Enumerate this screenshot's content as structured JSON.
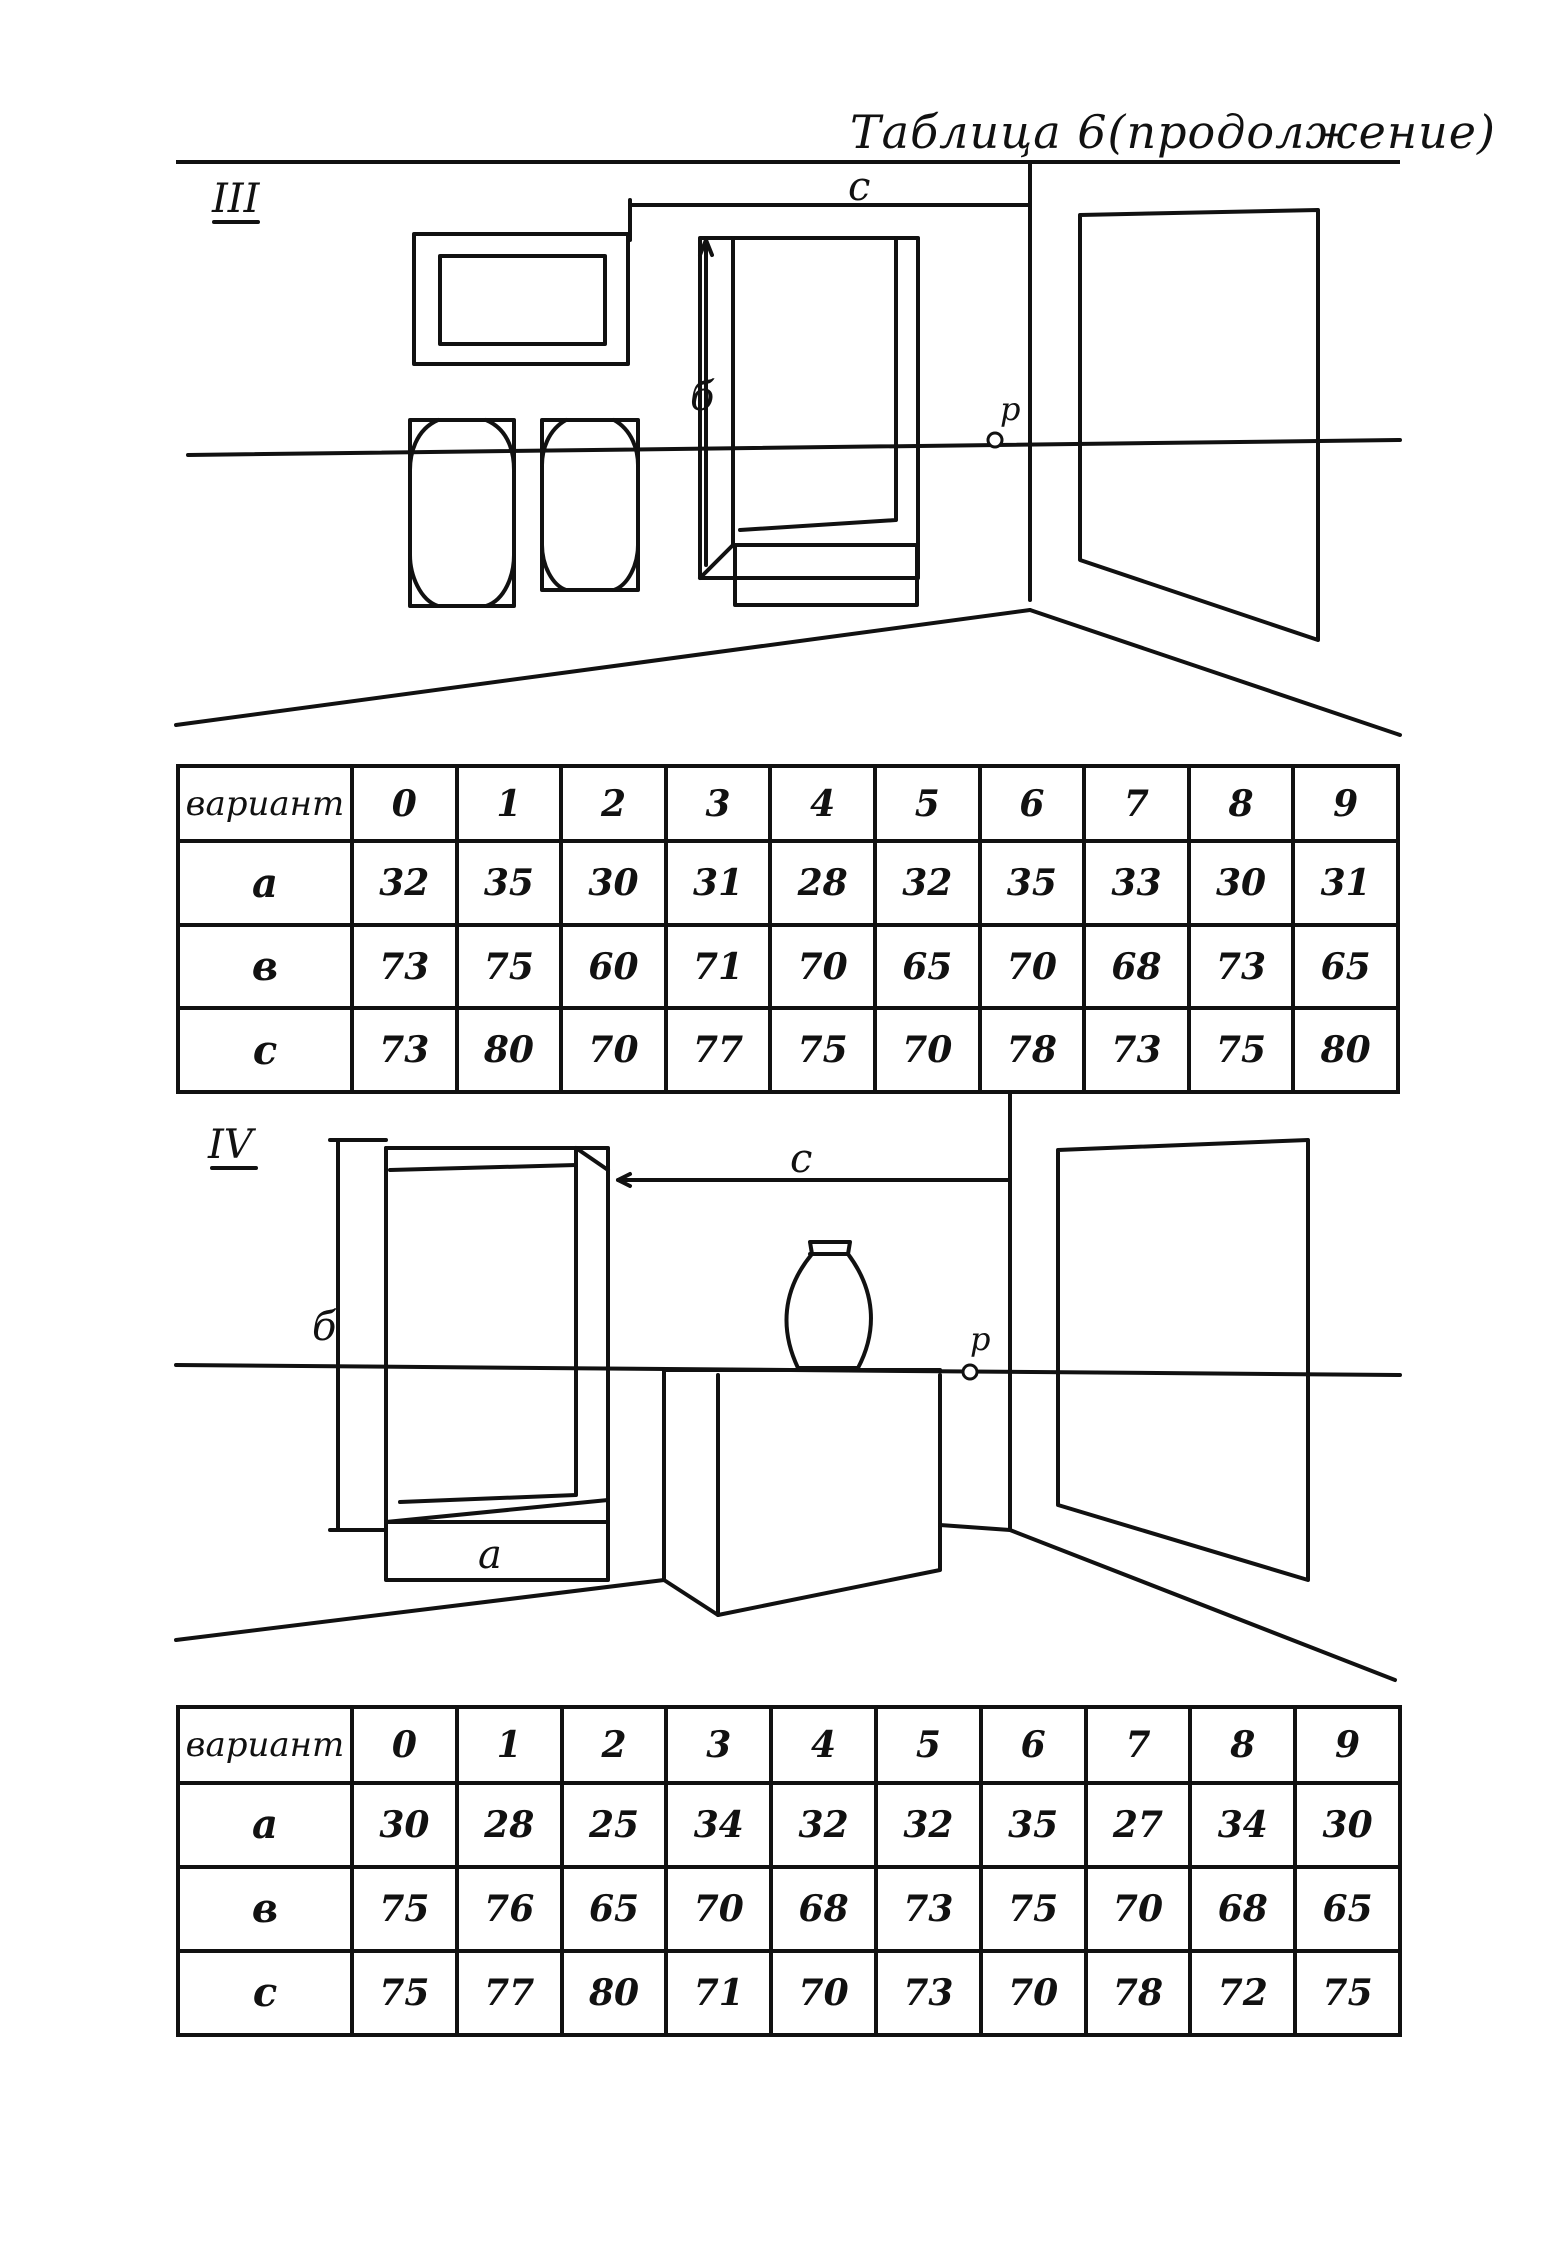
{
  "page": {
    "title": "Таблица 6(продолжение)"
  },
  "figure3": {
    "roman": "III",
    "label_c": "c",
    "label_b": "б",
    "label_p": "p"
  },
  "figure4": {
    "roman": "IV",
    "label_c": "c",
    "label_b": "б",
    "label_p": "p",
    "label_a": "a"
  },
  "table3": {
    "header": "вариант",
    "columns": [
      "0",
      "1",
      "2",
      "3",
      "4",
      "5",
      "6",
      "7",
      "8",
      "9"
    ],
    "rows": [
      {
        "label": "a",
        "values": [
          "32",
          "35",
          "30",
          "31",
          "28",
          "32",
          "35",
          "33",
          "30",
          "31"
        ]
      },
      {
        "label": "в",
        "values": [
          "73",
          "75",
          "60",
          "71",
          "70",
          "65",
          "70",
          "68",
          "73",
          "65"
        ]
      },
      {
        "label": "c",
        "values": [
          "73",
          "80",
          "70",
          "77",
          "75",
          "70",
          "78",
          "73",
          "75",
          "80"
        ]
      }
    ]
  },
  "table4": {
    "header": "вариант",
    "columns": [
      "0",
      "1",
      "2",
      "3",
      "4",
      "5",
      "6",
      "7",
      "8",
      "9"
    ],
    "rows": [
      {
        "label": "a",
        "values": [
          "30",
          "28",
          "25",
          "34",
          "32",
          "32",
          "35",
          "27",
          "34",
          "30"
        ]
      },
      {
        "label": "в",
        "values": [
          "75",
          "76",
          "65",
          "70",
          "68",
          "73",
          "75",
          "70",
          "68",
          "65"
        ]
      },
      {
        "label": "c",
        "values": [
          "75",
          "77",
          "80",
          "71",
          "70",
          "73",
          "70",
          "78",
          "72",
          "75"
        ]
      }
    ]
  }
}
